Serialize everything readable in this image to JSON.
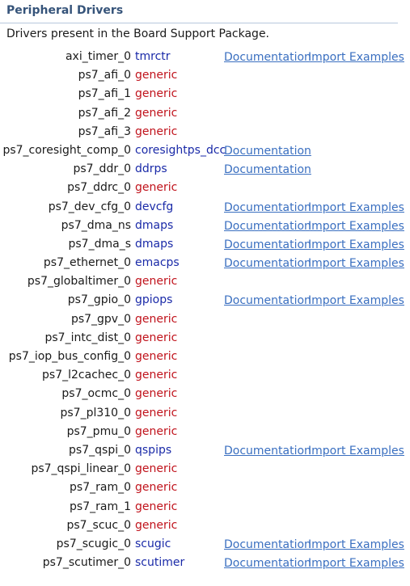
{
  "section": {
    "title": "Peripheral Drivers",
    "description": "Drivers present in the Board Support Package."
  },
  "links": {
    "documentation": "Documentation",
    "import_examples": "Import Examples"
  },
  "drivers": [
    {
      "name": "axi_timer_0",
      "driver": "tmrctr",
      "generic": false,
      "doc": true,
      "import": true
    },
    {
      "name": "ps7_afi_0",
      "driver": "generic",
      "generic": true,
      "doc": false,
      "import": false
    },
    {
      "name": "ps7_afi_1",
      "driver": "generic",
      "generic": true,
      "doc": false,
      "import": false
    },
    {
      "name": "ps7_afi_2",
      "driver": "generic",
      "generic": true,
      "doc": false,
      "import": false
    },
    {
      "name": "ps7_afi_3",
      "driver": "generic",
      "generic": true,
      "doc": false,
      "import": false
    },
    {
      "name": "ps7_coresight_comp_0",
      "driver": "coresightps_dcc",
      "generic": false,
      "doc": true,
      "import": false
    },
    {
      "name": "ps7_ddr_0",
      "driver": "ddrps",
      "generic": false,
      "doc": true,
      "import": false
    },
    {
      "name": "ps7_ddrc_0",
      "driver": "generic",
      "generic": true,
      "doc": false,
      "import": false
    },
    {
      "name": "ps7_dev_cfg_0",
      "driver": "devcfg",
      "generic": false,
      "doc": true,
      "import": true
    },
    {
      "name": "ps7_dma_ns",
      "driver": "dmaps",
      "generic": false,
      "doc": true,
      "import": true
    },
    {
      "name": "ps7_dma_s",
      "driver": "dmaps",
      "generic": false,
      "doc": true,
      "import": true
    },
    {
      "name": "ps7_ethernet_0",
      "driver": "emacps",
      "generic": false,
      "doc": true,
      "import": true
    },
    {
      "name": "ps7_globaltimer_0",
      "driver": "generic",
      "generic": true,
      "doc": false,
      "import": false
    },
    {
      "name": "ps7_gpio_0",
      "driver": "gpiops",
      "generic": false,
      "doc": true,
      "import": true
    },
    {
      "name": "ps7_gpv_0",
      "driver": "generic",
      "generic": true,
      "doc": false,
      "import": false
    },
    {
      "name": "ps7_intc_dist_0",
      "driver": "generic",
      "generic": true,
      "doc": false,
      "import": false
    },
    {
      "name": "ps7_iop_bus_config_0",
      "driver": "generic",
      "generic": true,
      "doc": false,
      "import": false
    },
    {
      "name": "ps7_l2cachec_0",
      "driver": "generic",
      "generic": true,
      "doc": false,
      "import": false
    },
    {
      "name": "ps7_ocmc_0",
      "driver": "generic",
      "generic": true,
      "doc": false,
      "import": false
    },
    {
      "name": "ps7_pl310_0",
      "driver": "generic",
      "generic": true,
      "doc": false,
      "import": false
    },
    {
      "name": "ps7_pmu_0",
      "driver": "generic",
      "generic": true,
      "doc": false,
      "import": false
    },
    {
      "name": "ps7_qspi_0",
      "driver": "qspips",
      "generic": false,
      "doc": true,
      "import": true
    },
    {
      "name": "ps7_qspi_linear_0",
      "driver": "generic",
      "generic": true,
      "doc": false,
      "import": false
    },
    {
      "name": "ps7_ram_0",
      "driver": "generic",
      "generic": true,
      "doc": false,
      "import": false
    },
    {
      "name": "ps7_ram_1",
      "driver": "generic",
      "generic": true,
      "doc": false,
      "import": false
    },
    {
      "name": "ps7_scuc_0",
      "driver": "generic",
      "generic": true,
      "doc": false,
      "import": false
    },
    {
      "name": "ps7_scugic_0",
      "driver": "scugic",
      "generic": false,
      "doc": true,
      "import": true
    },
    {
      "name": "ps7_scutimer_0",
      "driver": "scutimer",
      "generic": false,
      "doc": true,
      "import": true
    }
  ],
  "colors": {
    "header_title": "#36547a",
    "generic_driver": "#c0121b",
    "specific_driver": "#1a2aa8",
    "link": "#3a6fc0"
  }
}
